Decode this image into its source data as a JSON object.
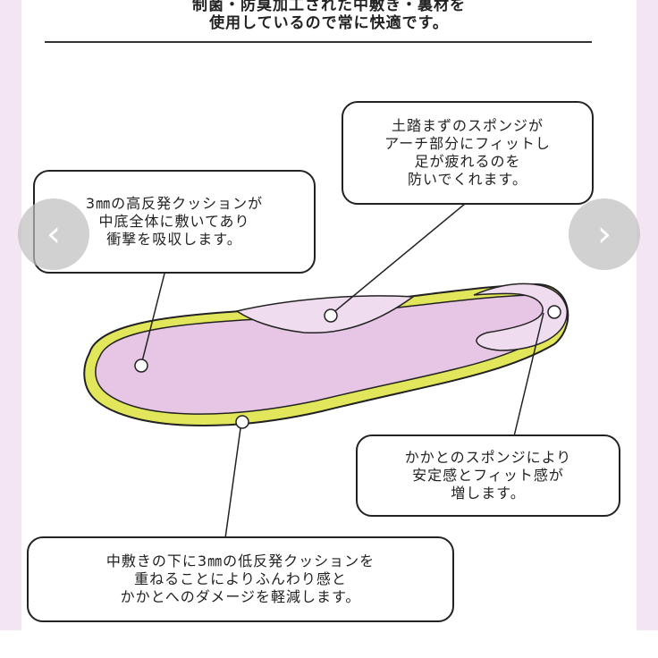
{
  "header": {
    "lines": [
      "制菌・防臭加工された中敷き・裏材を",
      "使用しているので常に快適です。"
    ]
  },
  "callouts": {
    "arch": [
      "土踏まずのスポンジが",
      "アーチ部分にフィットし",
      "足が疲れるのを",
      "防いでくれます。"
    ],
    "cushion": [
      "3㎜の高反発クッションが",
      "中底全体に敷いてあり",
      "衝撃を吸収します。"
    ],
    "heel": [
      "かかとのスポンジにより",
      "安定感とフィット感が",
      "増します。"
    ],
    "lowcushion": [
      "中敷きの下に3㎜の低反発クッションを",
      "重ねることによりふんわり感と",
      "かかとへのダメージを軽減します。"
    ]
  },
  "carousel": {
    "prev_icon": "chevron-left-icon",
    "next_icon": "chevron-right-icon"
  },
  "colors": {
    "insole": "#e6c6e4",
    "rim": "#e2e65a",
    "background": "#f3e6f2"
  }
}
